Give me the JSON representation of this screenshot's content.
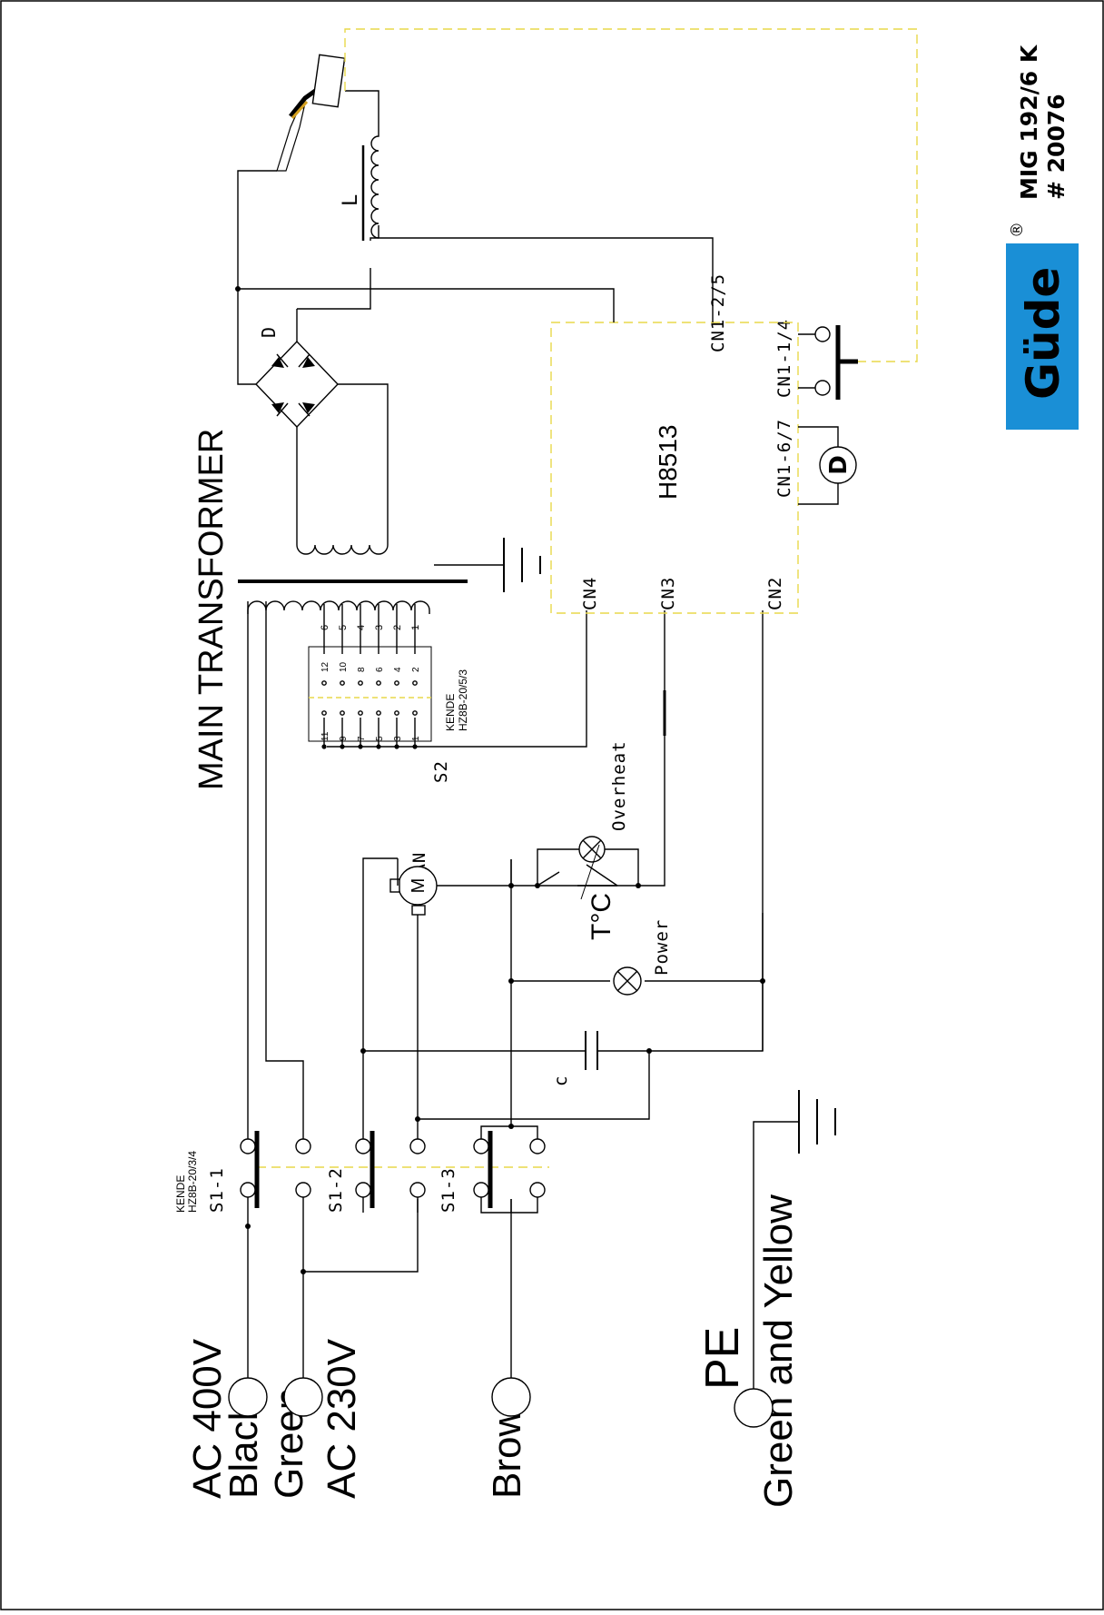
{
  "title": "MAIN TRANSFORMER",
  "brand": {
    "logo_text": "Güde",
    "registered_mark": "®",
    "model": "MIG 192/6 K",
    "article": "# 20076",
    "color": "#1a8fd6"
  },
  "inputs": {
    "ac400_line1": "AC 400V",
    "ac400_line2": "Black",
    "ac230_line1": "Green",
    "ac230_line2": "AC 230V",
    "brown": "Brown",
    "pe": "PE",
    "pe_color": "Green and Yellow"
  },
  "switch_s1": {
    "maker": "KENDE",
    "type": "HZ8B-20/3/4",
    "poles": [
      "S1-1",
      "S1-2",
      "S1-3"
    ]
  },
  "switch_s2": {
    "maker": "KENDE",
    "type": "HZ8B-20/5/3",
    "name": "S2",
    "left_numbers": [
      "11",
      "9",
      "7",
      "5",
      "3",
      "1"
    ],
    "right_numbers": [
      "12",
      "10",
      "8",
      "6",
      "4",
      "2"
    ],
    "tap_numbers": [
      "6",
      "5",
      "4",
      "3",
      "2",
      "1"
    ]
  },
  "components": {
    "fan": "FAN",
    "motor": "M",
    "thermostat": "T°C",
    "overheat": "Overheat",
    "power": "Power",
    "capacitor": "c",
    "inductor": "L",
    "rectifier": "D",
    "display": "D"
  },
  "pcb": {
    "name": "H8513",
    "connectors": [
      "CN4",
      "CN3",
      "CN2",
      "CN1-2/5",
      "CN1-1/4",
      "CN1-6/7"
    ]
  }
}
